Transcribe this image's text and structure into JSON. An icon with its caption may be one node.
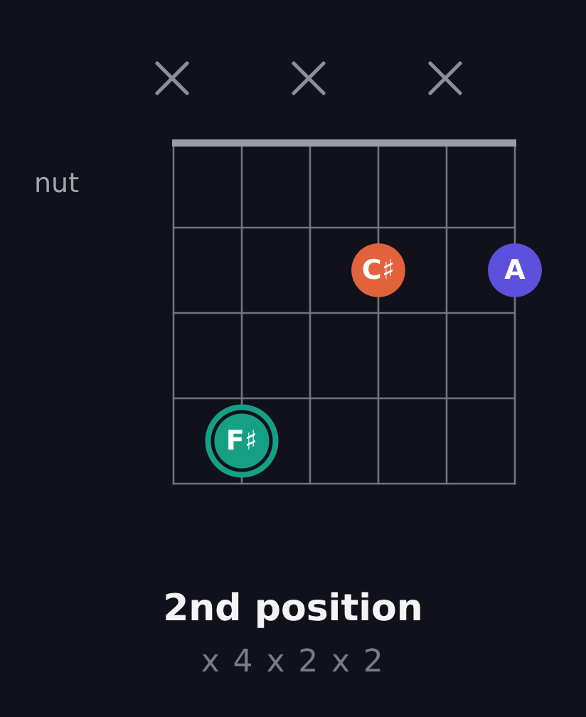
{
  "diagram": {
    "title": "2nd position",
    "nodes": [
      {
        "text": [
          "C♯"
        ]
      },
      {
        "text": [
          "A"
        ]
      },
      {
        "text": [
          "F♯"
        ]
      }
    ],
    "edges": [],
    "labels": [
      "nut",
      "x 4 x 2 x 2"
    ]
  }
}
